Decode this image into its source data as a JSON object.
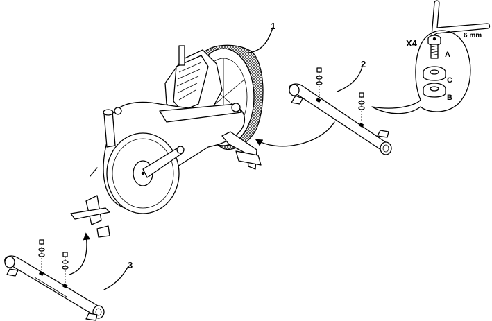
{
  "callouts": {
    "main_unit": "1",
    "rear_stabilizer": "2",
    "front_stabilizer": "3"
  },
  "hardware": {
    "quantity": "X4",
    "tool_size": "6 mm",
    "bolt": "A",
    "washer_c": "C",
    "washer_b": "B"
  },
  "colors": {
    "line": "#000000",
    "background": "#ffffff"
  }
}
